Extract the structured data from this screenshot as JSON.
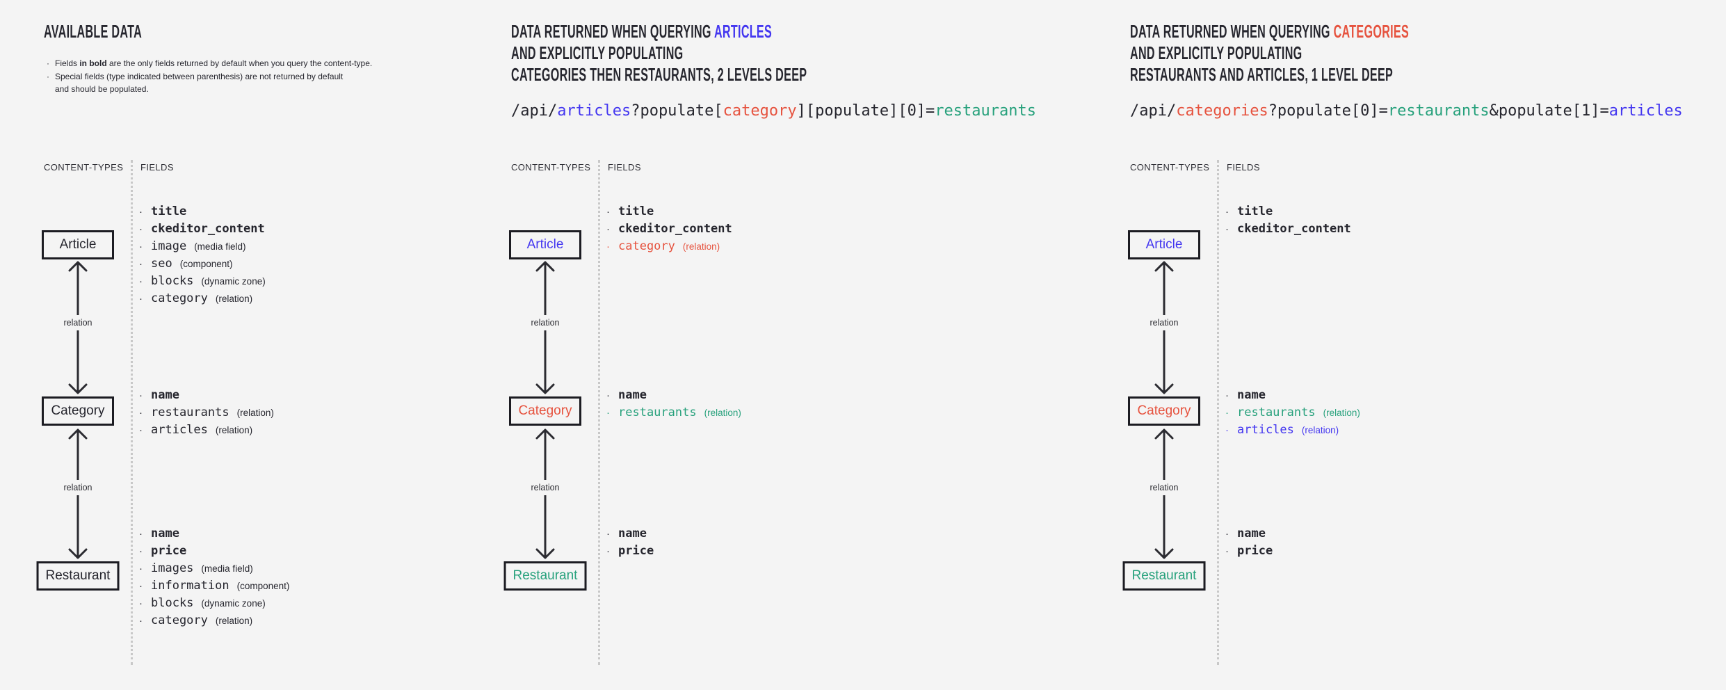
{
  "colors": {
    "ink": "#26262e",
    "blue": "#4336f0",
    "red": "#e6533f",
    "teal": "#27a17c",
    "background": "#f4f4f4"
  },
  "panels": [
    {
      "name": "available-data",
      "title_lines": [
        [
          {
            "t": "AVAILABLE DATA"
          }
        ]
      ],
      "notes": [
        {
          "bullet": "·",
          "segments": [
            {
              "t": "Fields "
            },
            {
              "t": "in bold",
              "b": true
            },
            {
              "t": " are the only fields returned by default when you query the content-type."
            }
          ]
        },
        {
          "bullet": "·",
          "segments": [
            {
              "t": "Special fields (type indicated between parenthesis) are not returned by default"
            }
          ]
        },
        {
          "bullet": "",
          "segments": [
            {
              "t": "and should be populated."
            }
          ]
        }
      ],
      "code": null,
      "columns": {
        "left": "CONTENT-TYPES",
        "right": "FIELDS"
      },
      "edge_label": "relation",
      "nodes": [
        {
          "label": "Article",
          "color": "ink",
          "fields": [
            {
              "name": "title",
              "bold": true
            },
            {
              "name": "ckeditor_content",
              "bold": true
            },
            {
              "name": "image",
              "type": "(media field)"
            },
            {
              "name": "seo",
              "type": "(component)"
            },
            {
              "name": "blocks",
              "type": "(dynamic zone)"
            },
            {
              "name": "category",
              "type": "(relation)"
            }
          ]
        },
        {
          "label": "Category",
          "color": "ink",
          "fields": [
            {
              "name": "name",
              "bold": true
            },
            {
              "name": "restaurants",
              "type": "(relation)"
            },
            {
              "name": "articles",
              "type": "(relation)"
            }
          ]
        },
        {
          "label": "Restaurant",
          "color": "ink",
          "fields": [
            {
              "name": "name",
              "bold": true
            },
            {
              "name": "price",
              "bold": true
            },
            {
              "name": "images",
              "type": "(media field)"
            },
            {
              "name": "information",
              "type": "(component)"
            },
            {
              "name": "blocks",
              "type": "(dynamic zone)"
            },
            {
              "name": "category",
              "type": "(relation)"
            }
          ]
        }
      ]
    },
    {
      "name": "query-articles",
      "title_lines": [
        [
          {
            "t": "DATA RETURNED WHEN QUERYING "
          },
          {
            "t": "ARTICLES",
            "c": "blue"
          }
        ],
        [
          {
            "t": "AND EXPLICITLY POPULATING"
          }
        ],
        [
          {
            "t": "CATEGORIES THEN RESTAURANTS, 2 LEVELS DEEP"
          }
        ]
      ],
      "notes": [],
      "code": [
        {
          "t": "/api/"
        },
        {
          "t": "articles",
          "c": "blue"
        },
        {
          "t": "?populate["
        },
        {
          "t": "category",
          "c": "red"
        },
        {
          "t": "][populate][0]="
        },
        {
          "t": "restaurants",
          "c": "teal"
        }
      ],
      "columns": {
        "left": "CONTENT-TYPES",
        "right": "FIELDS"
      },
      "edge_label": "relation",
      "nodes": [
        {
          "label": "Article",
          "color": "blue",
          "fields": [
            {
              "name": "title",
              "bold": true
            },
            {
              "name": "ckeditor_content",
              "bold": true
            },
            {
              "name": "category",
              "type": "(relation)",
              "color": "red"
            }
          ]
        },
        {
          "label": "Category",
          "color": "red",
          "fields": [
            {
              "name": "name",
              "bold": true
            },
            {
              "name": "restaurants",
              "type": "(relation)",
              "color": "teal"
            }
          ]
        },
        {
          "label": "Restaurant",
          "color": "teal",
          "fields": [
            {
              "name": "name",
              "bold": true
            },
            {
              "name": "price",
              "bold": true
            }
          ]
        }
      ]
    },
    {
      "name": "query-categories",
      "title_lines": [
        [
          {
            "t": "DATA RETURNED WHEN QUERYING "
          },
          {
            "t": "CATEGORIES",
            "c": "red"
          }
        ],
        [
          {
            "t": "AND EXPLICITLY POPULATING"
          }
        ],
        [
          {
            "t": "RESTAURANTS AND ARTICLES, 1 LEVEL DEEP"
          }
        ]
      ],
      "notes": [],
      "code": [
        {
          "t": "/api/"
        },
        {
          "t": "categories",
          "c": "red"
        },
        {
          "t": "?populate[0]="
        },
        {
          "t": "restaurants",
          "c": "teal"
        },
        {
          "t": "&populate[1]="
        },
        {
          "t": "articles",
          "c": "blue"
        }
      ],
      "columns": {
        "left": "CONTENT-TYPES",
        "right": "FIELDS"
      },
      "edge_label": "relation",
      "nodes": [
        {
          "label": "Article",
          "color": "blue",
          "fields": [
            {
              "name": "title",
              "bold": true
            },
            {
              "name": "ckeditor_content",
              "bold": true
            }
          ]
        },
        {
          "label": "Category",
          "color": "red",
          "fields": [
            {
              "name": "name",
              "bold": true
            },
            {
              "name": "restaurants",
              "type": "(relation)",
              "color": "teal"
            },
            {
              "name": "articles",
              "type": "(relation)",
              "color": "blue"
            }
          ]
        },
        {
          "label": "Restaurant",
          "color": "teal",
          "fields": [
            {
              "name": "name",
              "bold": true
            },
            {
              "name": "price",
              "bold": true
            }
          ]
        }
      ]
    }
  ]
}
